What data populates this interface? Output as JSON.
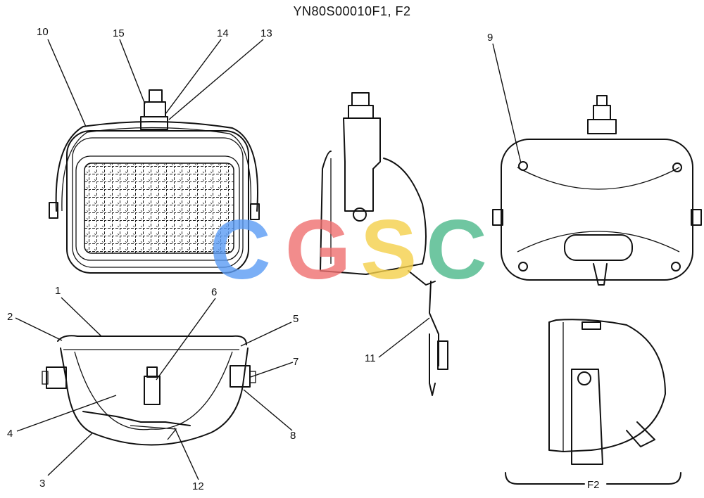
{
  "title": "YN80S00010F1, F2",
  "callouts": {
    "n1": "1",
    "n2": "2",
    "n3": "3",
    "n4": "4",
    "n5": "5",
    "n6": "6",
    "n7": "7",
    "n8": "8",
    "n9": "9",
    "n10": "10",
    "n11": "11",
    "n12": "12",
    "n13": "13",
    "n14": "14",
    "n15": "15"
  },
  "detail_label": "F2",
  "watermark": {
    "text": "CGSC",
    "colors": [
      "#5b9cf5",
      "#f07070",
      "#f5d04a",
      "#4cb88a"
    ]
  }
}
